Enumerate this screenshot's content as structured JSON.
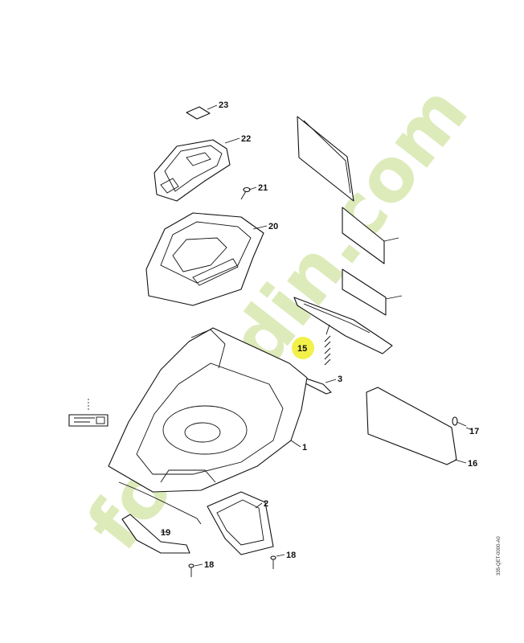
{
  "watermark": {
    "text": "forjardin.com",
    "color_main": "#d8e8b0",
    "color_dot": "#f0c080",
    "color_com": "#c9bfb0"
  },
  "highlight": {
    "color": "#f3f04a",
    "label": "15"
  },
  "callouts": {
    "p1": "1",
    "p2": "2",
    "p3": "3",
    "p15": "15",
    "p16": "16",
    "p17": "17",
    "p18a": "18",
    "p18b": "18",
    "p19": "19",
    "p20": "20",
    "p21": "21",
    "p22": "22",
    "p23": "23"
  },
  "drawing_code": "335-QET-0000-A0"
}
